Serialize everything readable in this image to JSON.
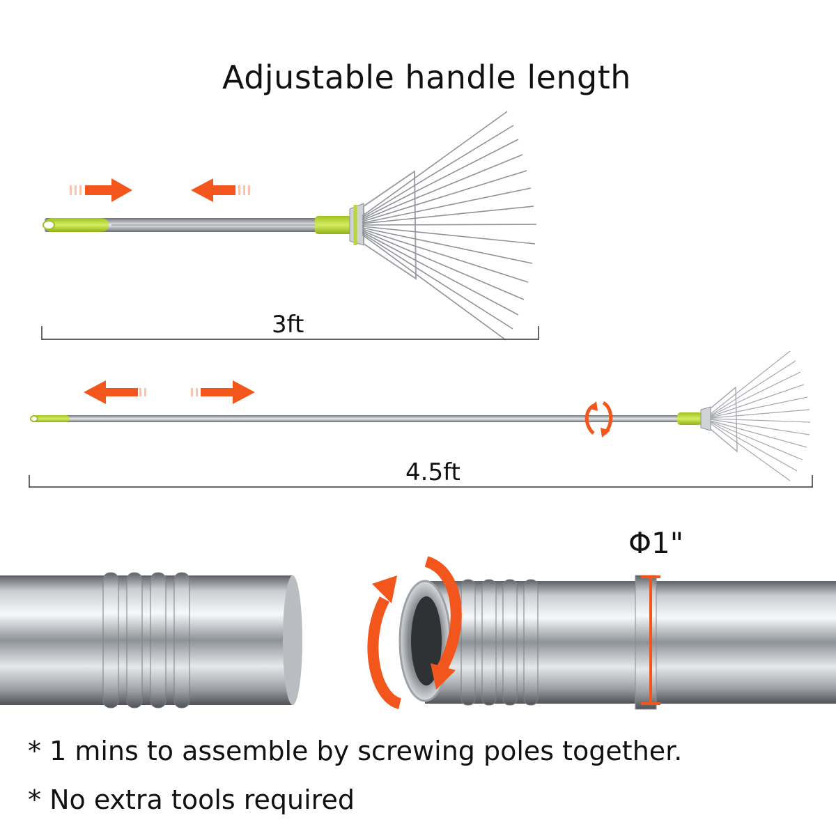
{
  "title": "Adjustable handle  length",
  "short_length_label": "3ft",
  "long_length_label": "4.5ft",
  "diameter_label": "Φ1\"",
  "notes": [
    "* 1 mins to assemble by screwing poles together.",
    "* No extra tools required"
  ],
  "colors": {
    "accent_orange": "#f2561d",
    "handle_green": "#b9d73a",
    "steel": "#a9adb2",
    "text": "#111111"
  },
  "icons": [
    "compress-arrows",
    "extend-arrows",
    "rotate-arrows",
    "screw-rotation-arrow"
  ]
}
